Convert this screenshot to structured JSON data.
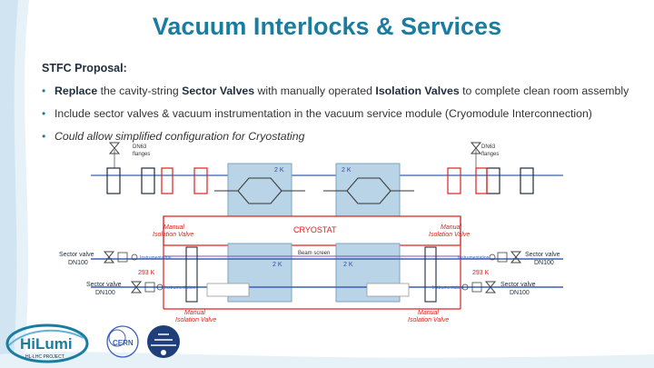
{
  "title": "Vacuum Interlocks & Services",
  "proposal_label": "STFC Proposal:",
  "bullets": {
    "b1": {
      "bold1": "Replace",
      "t1": " the cavity-string ",
      "bold2": "Sector Valves",
      "t2": " with manually operated ",
      "bold3": "Isolation Valves",
      "t3": " to complete clean room assembly"
    },
    "b2": "Include sector valves & vacuum instrumentation in the vacuum service module (Cryomodule Interconnection)",
    "b3": "Could allow simplified configuration for Cryostating"
  },
  "diagram": {
    "dn63_left": [
      "DN63",
      "flanges"
    ],
    "dn63_right": [
      "DN63",
      "flanges"
    ],
    "temp_2k": "2 K",
    "temp_293k": "293 K",
    "cryostat": "CRYOSTAT",
    "manual_isolation_valve": [
      "Manual",
      "Isolation Valve"
    ],
    "sector_valve": [
      "Sector valve",
      "DN100"
    ],
    "instrumentation": "Instrumentation",
    "beam_screen": "Beam screen"
  },
  "footer": {
    "logo_hilumi": "HiLumi",
    "logo_hilumi_sub": "HL-LHC PROJECT",
    "logo_cern": "CERN"
  },
  "colors": {
    "accent": "#1a7da0",
    "cryostat_red": "#e02020",
    "cavity_fill": "#b9d4e6",
    "pipe_blue": "#3b5fb8"
  }
}
